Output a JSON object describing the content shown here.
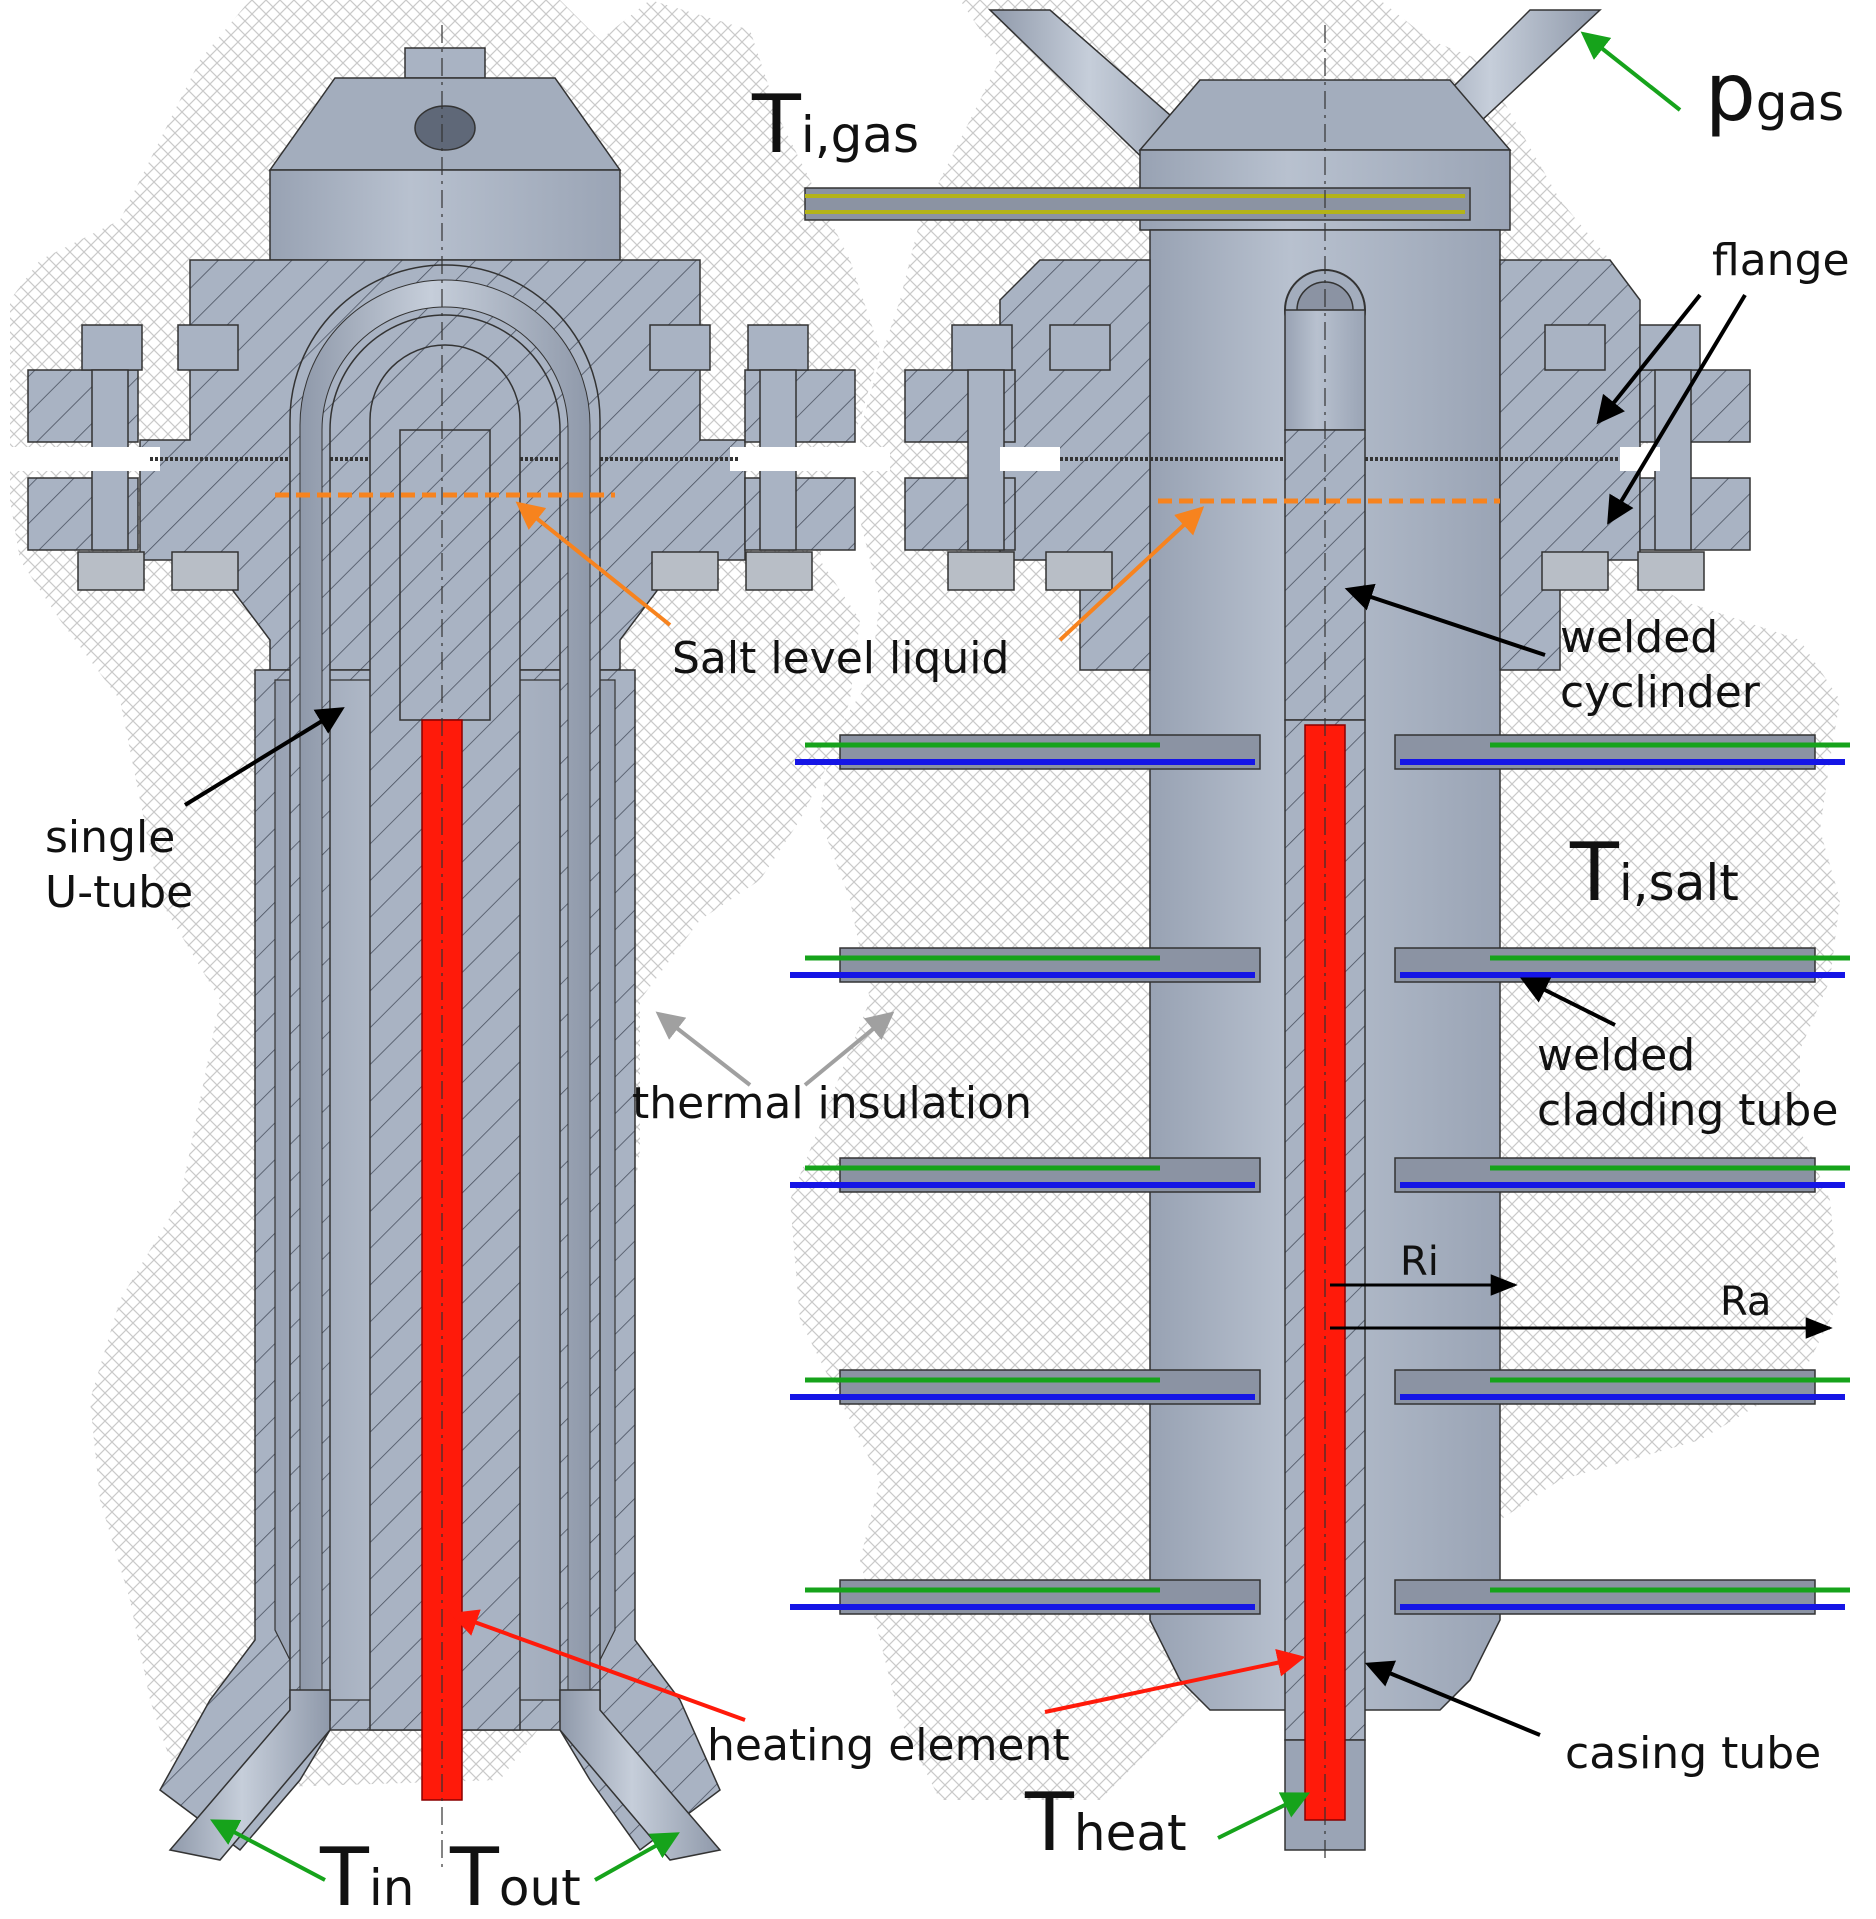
{
  "labels": {
    "salt_level": "Salt level liquid",
    "single_utube_line1": "single",
    "single_utube_line2": "U-tube",
    "thermal_insulation": "thermal insulation",
    "heating_element": "heating element",
    "flange": "flange",
    "welded_cylinder_line1": "welded",
    "welded_cylinder_line2": "cyclinder",
    "welded_cladding_line1": "welded",
    "welded_cladding_line2": "cladding tube",
    "casing_tube": "casing tube",
    "ri": "Ri",
    "ra": "Ra"
  },
  "symbols": {
    "t_i_gas": {
      "main": "T",
      "sub": "i,gas"
    },
    "p_gas": {
      "main": "p",
      "sub": "gas"
    },
    "t_i_salt": {
      "main": "T",
      "sub": "i,salt"
    },
    "t_heat": {
      "main": "T",
      "sub": "heat"
    },
    "t_in": {
      "main": "T",
      "sub": "in"
    },
    "t_out": {
      "main": "T",
      "sub": "out"
    }
  },
  "colors": {
    "steel": "#a9b3c3",
    "steel_dark": "#7e8898",
    "heater": "#ff1a0a",
    "salt_level": "#f7831e",
    "thermocouple_green": "#16a31b",
    "thermocouple_blue": "#1515e6",
    "gas_tc": "#b3b319",
    "arrow_black": "#000000",
    "arrow_gray": "#a0a0a0",
    "arrow_green": "#16a31b",
    "arrow_orange": "#f7831e",
    "arrow_red": "#ff1a0a"
  }
}
